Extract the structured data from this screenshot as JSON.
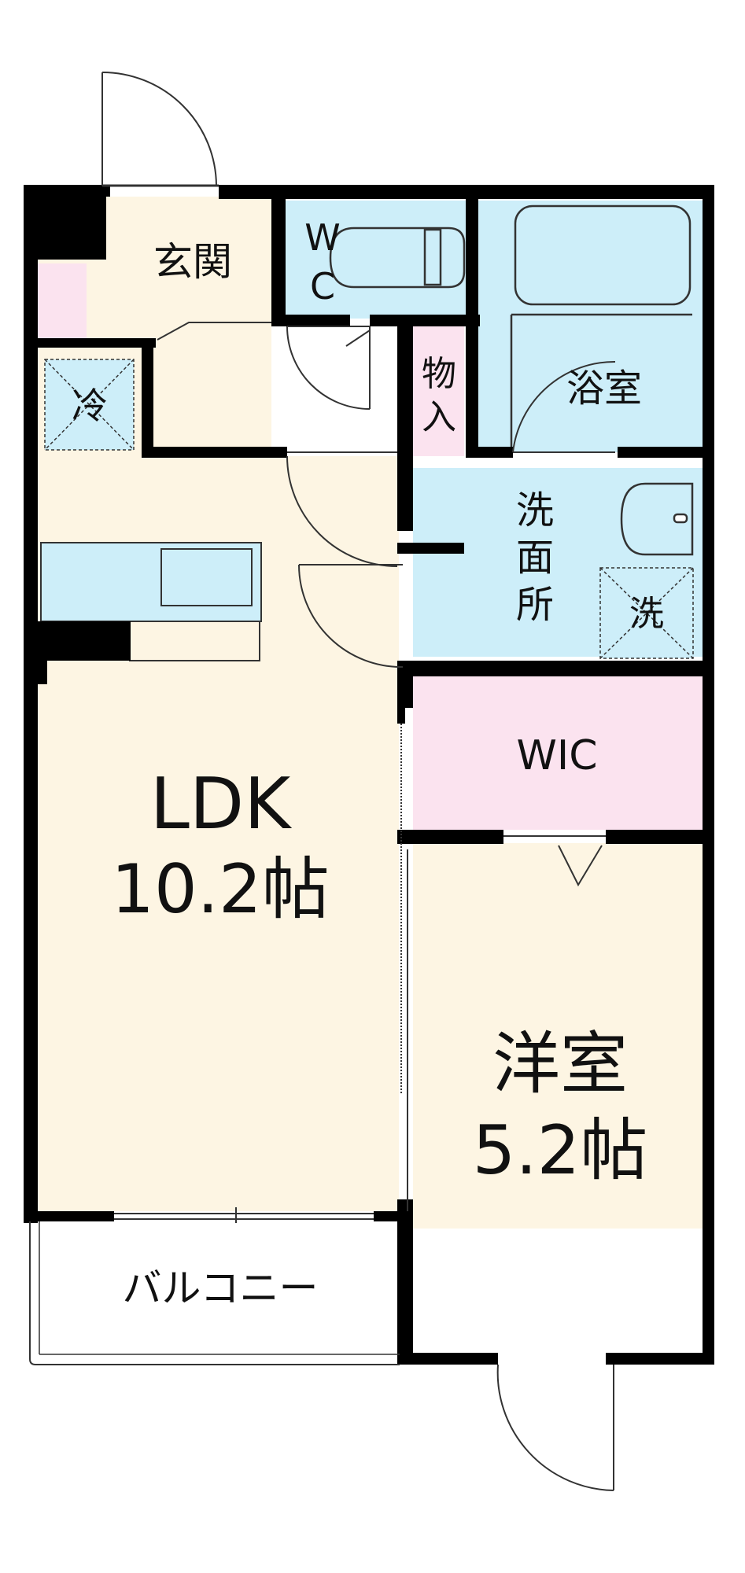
{
  "colors": {
    "wall": "#000000",
    "living": "#fdf5e3",
    "water": "#cdeef9",
    "storage": "#fbe3ef",
    "balcony": "#ffffff"
  },
  "rooms": {
    "entrance": "玄関",
    "wc_top": "W",
    "wc_bottom": "C",
    "storage_top": "物",
    "storage_bottom": "入",
    "fridge": "冷",
    "bath": "浴室",
    "washroom_1": "洗",
    "washroom_2": "面",
    "washroom_3": "所",
    "washer": "洗",
    "wic": "WIC",
    "ldk_name": "LDK",
    "ldk_size": "10.2帖",
    "western_name": "洋室",
    "western_size": "5.2帖",
    "balcony": "バルコニー"
  }
}
